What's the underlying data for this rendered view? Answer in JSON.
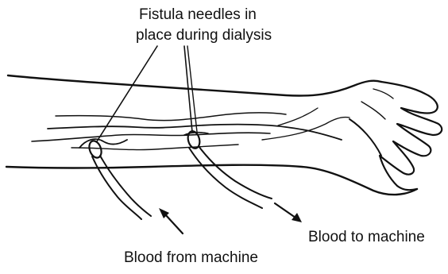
{
  "diagram": {
    "title_lines": [
      "Fistula needles in",
      "place during dialysis"
    ],
    "label_blood_to_machine": "Blood to machine",
    "label_blood_from_machine": "Blood from machine",
    "ink_color": "#111111",
    "background": "#ffffff"
  }
}
